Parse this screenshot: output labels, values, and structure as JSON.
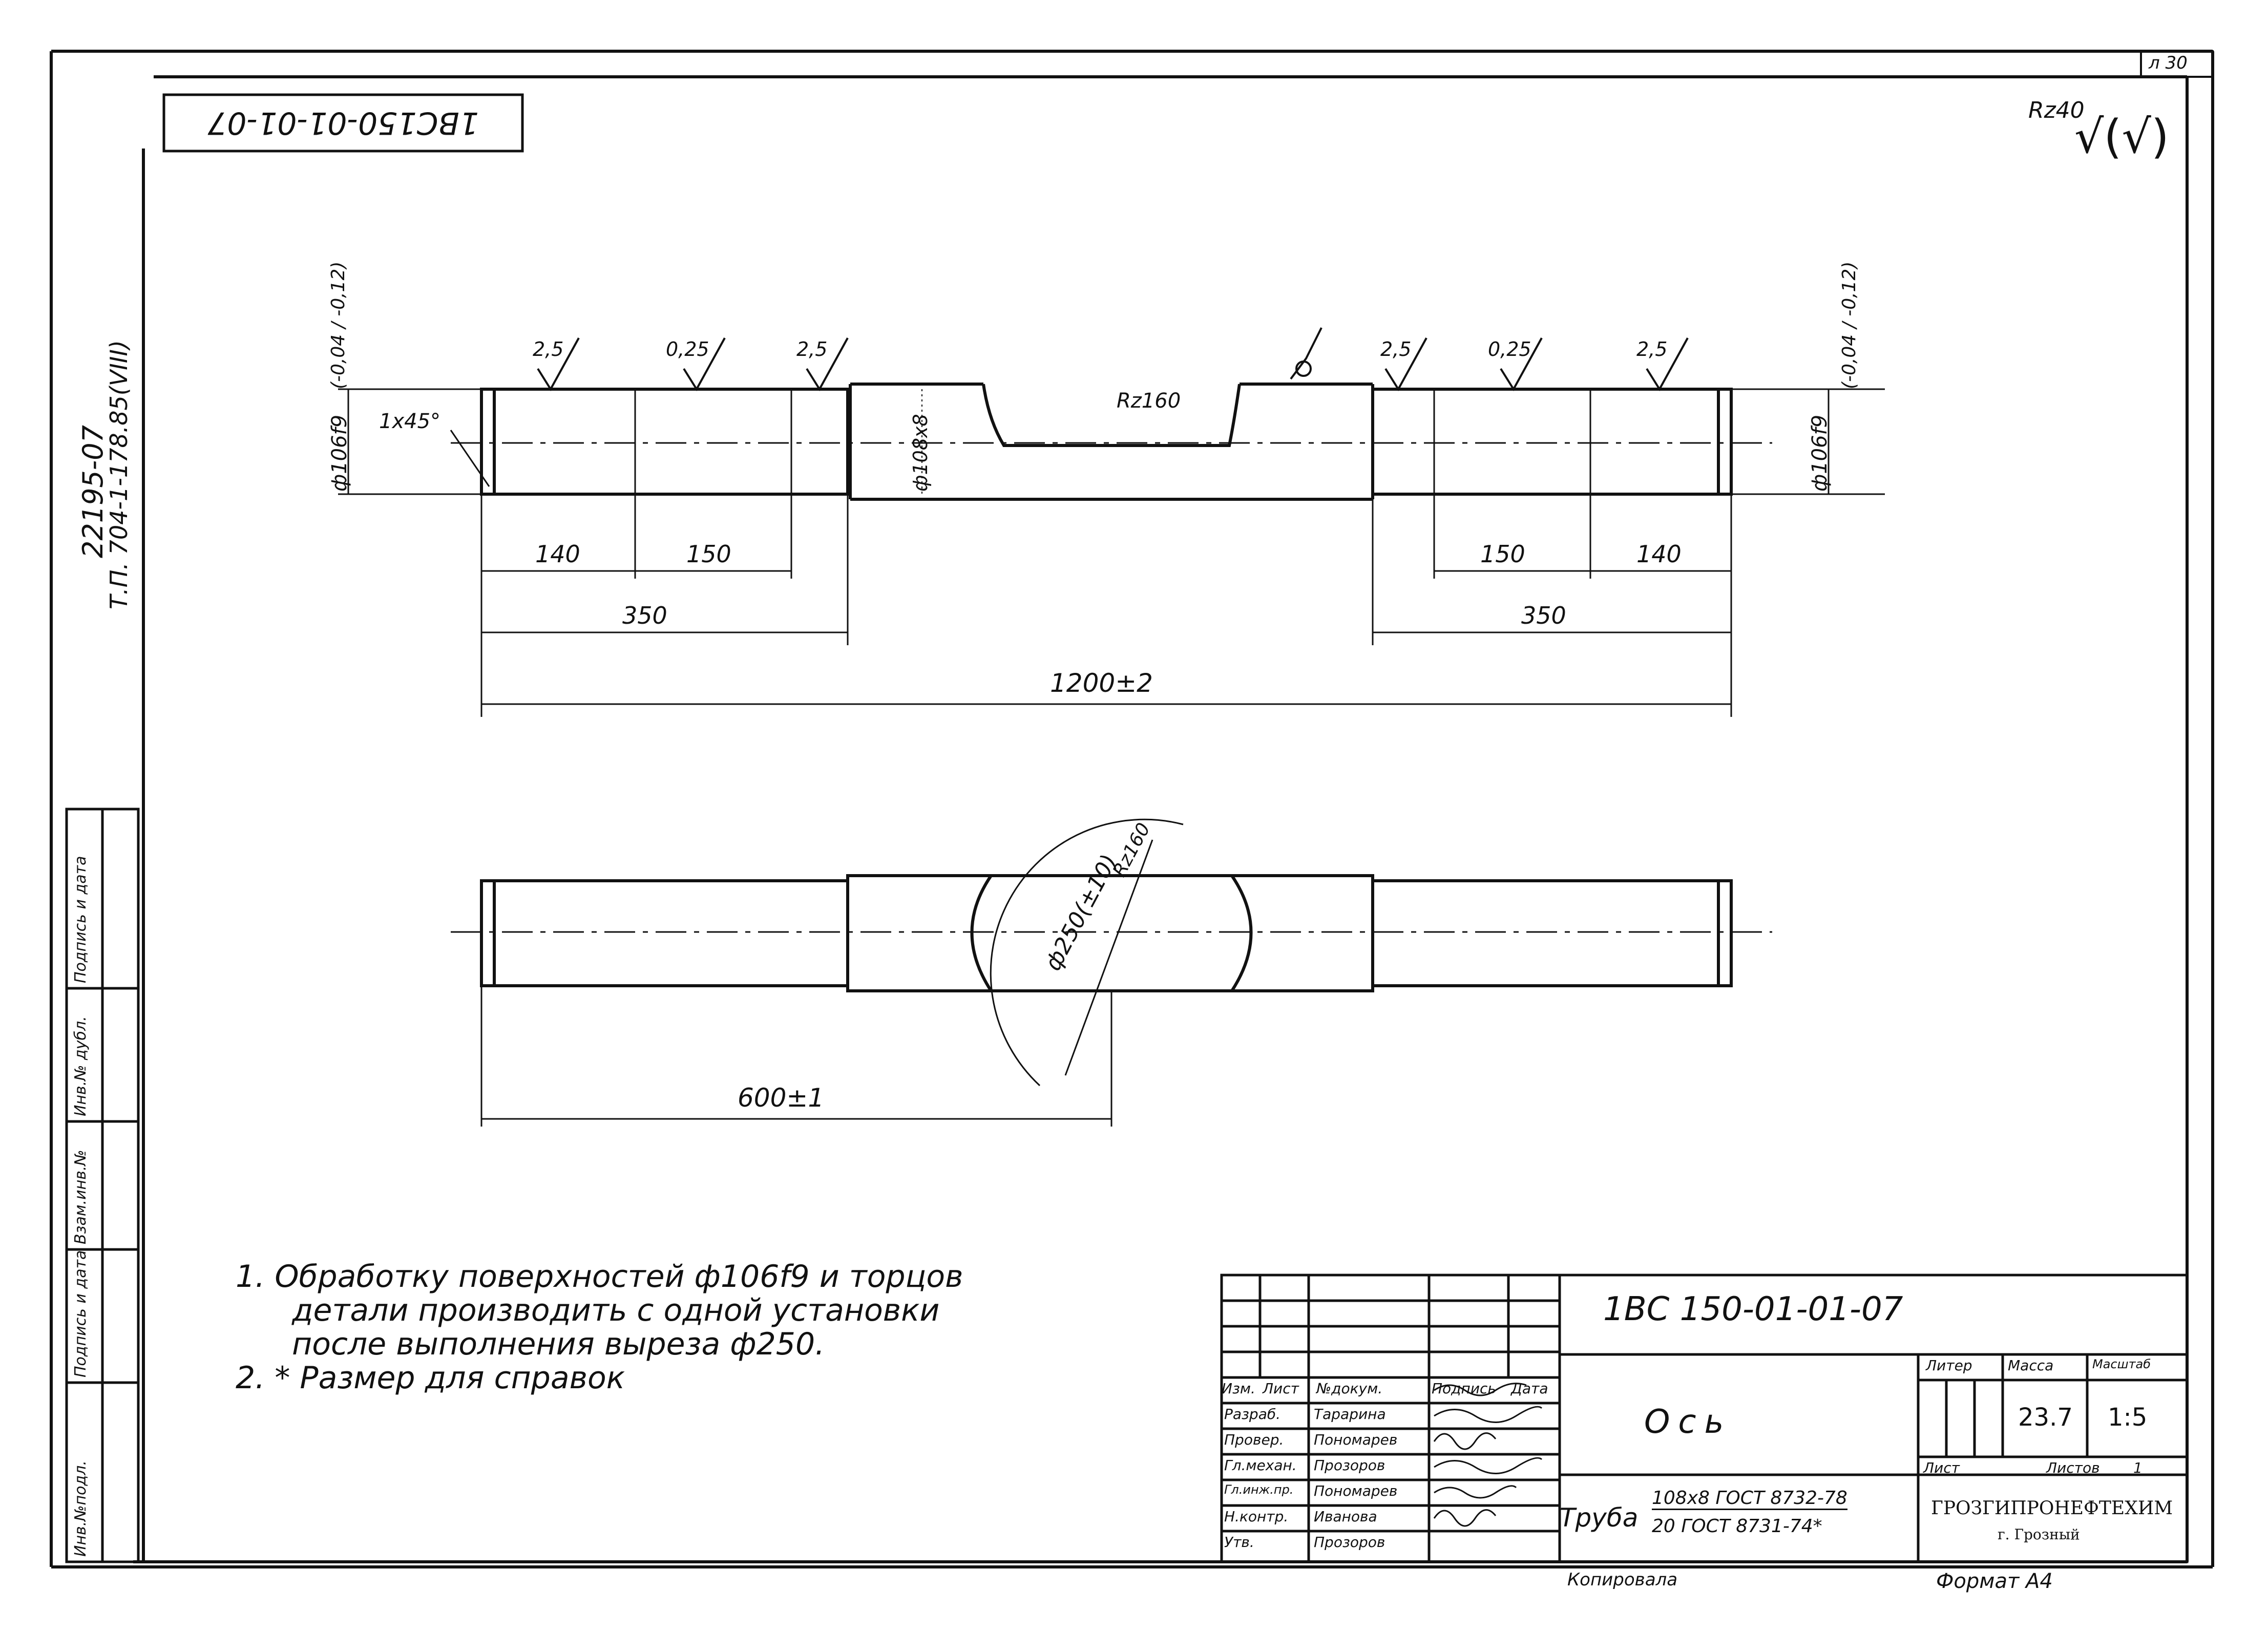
{
  "sheet": {
    "sheet_ref": "л 30",
    "top_code_rotated": "1ВС150-01-01-07",
    "roughness_general": "Rz40",
    "left_margin_line1": "22195-07",
    "left_margin_line2": "Т.П. 704-1-178.85(VIII)"
  },
  "left_strip": {
    "labels": [
      "Инв.№подл.",
      "Подпись и дата",
      "Взам.инв.№",
      "Инв.№ дубл.",
      "Подпись и дата"
    ]
  },
  "view_top": {
    "dims": {
      "d_end_left": "ф106f9",
      "tol_left": "(-0,04 / -0,12)",
      "chamfer": "1x45°",
      "d_mid": "ф108x8",
      "radius_mid": "Rz160",
      "d_end_right": "ф106f9",
      "tol_right": "(-0,04 / -0,12)",
      "rough_a": "2,5",
      "rough_b": "0,25",
      "rough_c": "2,5",
      "rough_d": "2,5",
      "rough_e": "0,25",
      "rough_f": "2,5",
      "len_140_left": "140",
      "len_150_left": "150",
      "len_350_left": "350",
      "len_150_right": "150",
      "len_140_right": "140",
      "len_350_right": "350",
      "len_total": "1200±2"
    }
  },
  "view_bottom": {
    "dims": {
      "cut_diameter": "ф250(±10)",
      "radius": "Rz160",
      "len_600": "600±1"
    }
  },
  "notes": [
    "1. Обработку поверхностей ф106f9 и торцов",
    "детали производить с одной установки",
    "после выполнения выреза ф250.",
    "2. * Размер для справок"
  ],
  "title_block": {
    "code": "1ВС 150-01-01-07",
    "name": "Ось",
    "material_prefix": "Труба",
    "material_top": "108x8 ГОСТ 8732-78",
    "material_bottom": "20 ГОСТ 8731-74*",
    "hdr_izm": "Изм.",
    "hdr_list": "Лист",
    "hdr_doc": "№докум.",
    "hdr_sign": "Подпись",
    "hdr_date": "Дата",
    "role_1": "Разраб.",
    "name_1": "Тарарина",
    "role_2": "Провер.",
    "name_2": "Пономарев",
    "role_3": "Гл.механ.",
    "name_3": "Прозоров",
    "role_4": "Гл.инж.пр.",
    "name_4": "Пономарев",
    "role_5": "Н.контр.",
    "name_5": "Иванова",
    "role_6": "Утв.",
    "name_6": "Прозоров",
    "litera_label": "Литер",
    "mass_label": "Масса",
    "scale_label": "Масштаб",
    "mass_value": "23.7",
    "scale_value": "1:5",
    "sheet_label": "Лист",
    "sheets_label": "Листов",
    "sheets_value": "1",
    "org_name": "ГРОЗГИПРОНЕФТЕХИМ",
    "org_city": "г. Грозный",
    "copied_label": "Копировала",
    "format_label": "Формат А4"
  }
}
